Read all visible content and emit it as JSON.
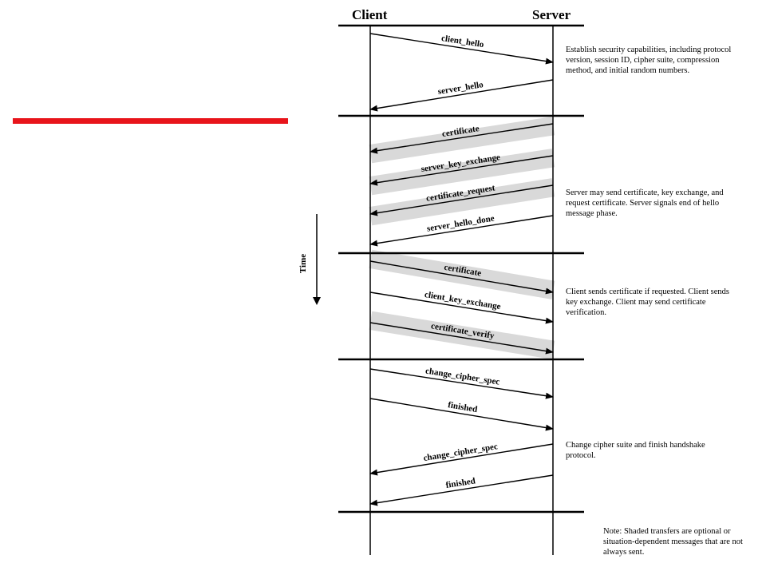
{
  "headers": {
    "client": "Client",
    "server": "Server"
  },
  "time_label": "Time",
  "colors": {
    "accent_bar": "#e8141b",
    "shade": "#d9d9d9",
    "line": "#000000"
  },
  "phases": [
    {
      "note": "Establish security capabilities, including protocol version, session ID, cipher suite, compression method, and initial random numbers.",
      "messages": [
        {
          "label": "client_hello",
          "direction": "client-to-server",
          "optional": false
        },
        {
          "label": "server_hello",
          "direction": "server-to-client",
          "optional": false
        }
      ]
    },
    {
      "note": "Server may send certificate, key exchange, and request certificate. Server signals end of hello message phase.",
      "messages": [
        {
          "label": "certificate",
          "direction": "server-to-client",
          "optional": true
        },
        {
          "label": "server_key_exchange",
          "direction": "server-to-client",
          "optional": true
        },
        {
          "label": "certificate_request",
          "direction": "server-to-client",
          "optional": true
        },
        {
          "label": "server_hello_done",
          "direction": "server-to-client",
          "optional": false
        }
      ]
    },
    {
      "note": "Client sends certificate if requested. Client sends key exchange. Client may send certificate verification.",
      "messages": [
        {
          "label": "certificate",
          "direction": "client-to-server",
          "optional": true
        },
        {
          "label": "client_key_exchange",
          "direction": "client-to-server",
          "optional": false
        },
        {
          "label": "certificate_verify",
          "direction": "client-to-server",
          "optional": true
        }
      ]
    },
    {
      "note": "Change cipher suite and finish handshake protocol.",
      "messages": [
        {
          "label": "change_cipher_spec",
          "direction": "client-to-server",
          "optional": false
        },
        {
          "label": "finished",
          "direction": "client-to-server",
          "optional": false
        },
        {
          "label": "change_cipher_spec",
          "direction": "server-to-client",
          "optional": false
        },
        {
          "label": "finished",
          "direction": "server-to-client",
          "optional": false
        }
      ]
    }
  ],
  "footnote": "Note: Shaded transfers are optional or situation-dependent messages that are not always sent."
}
